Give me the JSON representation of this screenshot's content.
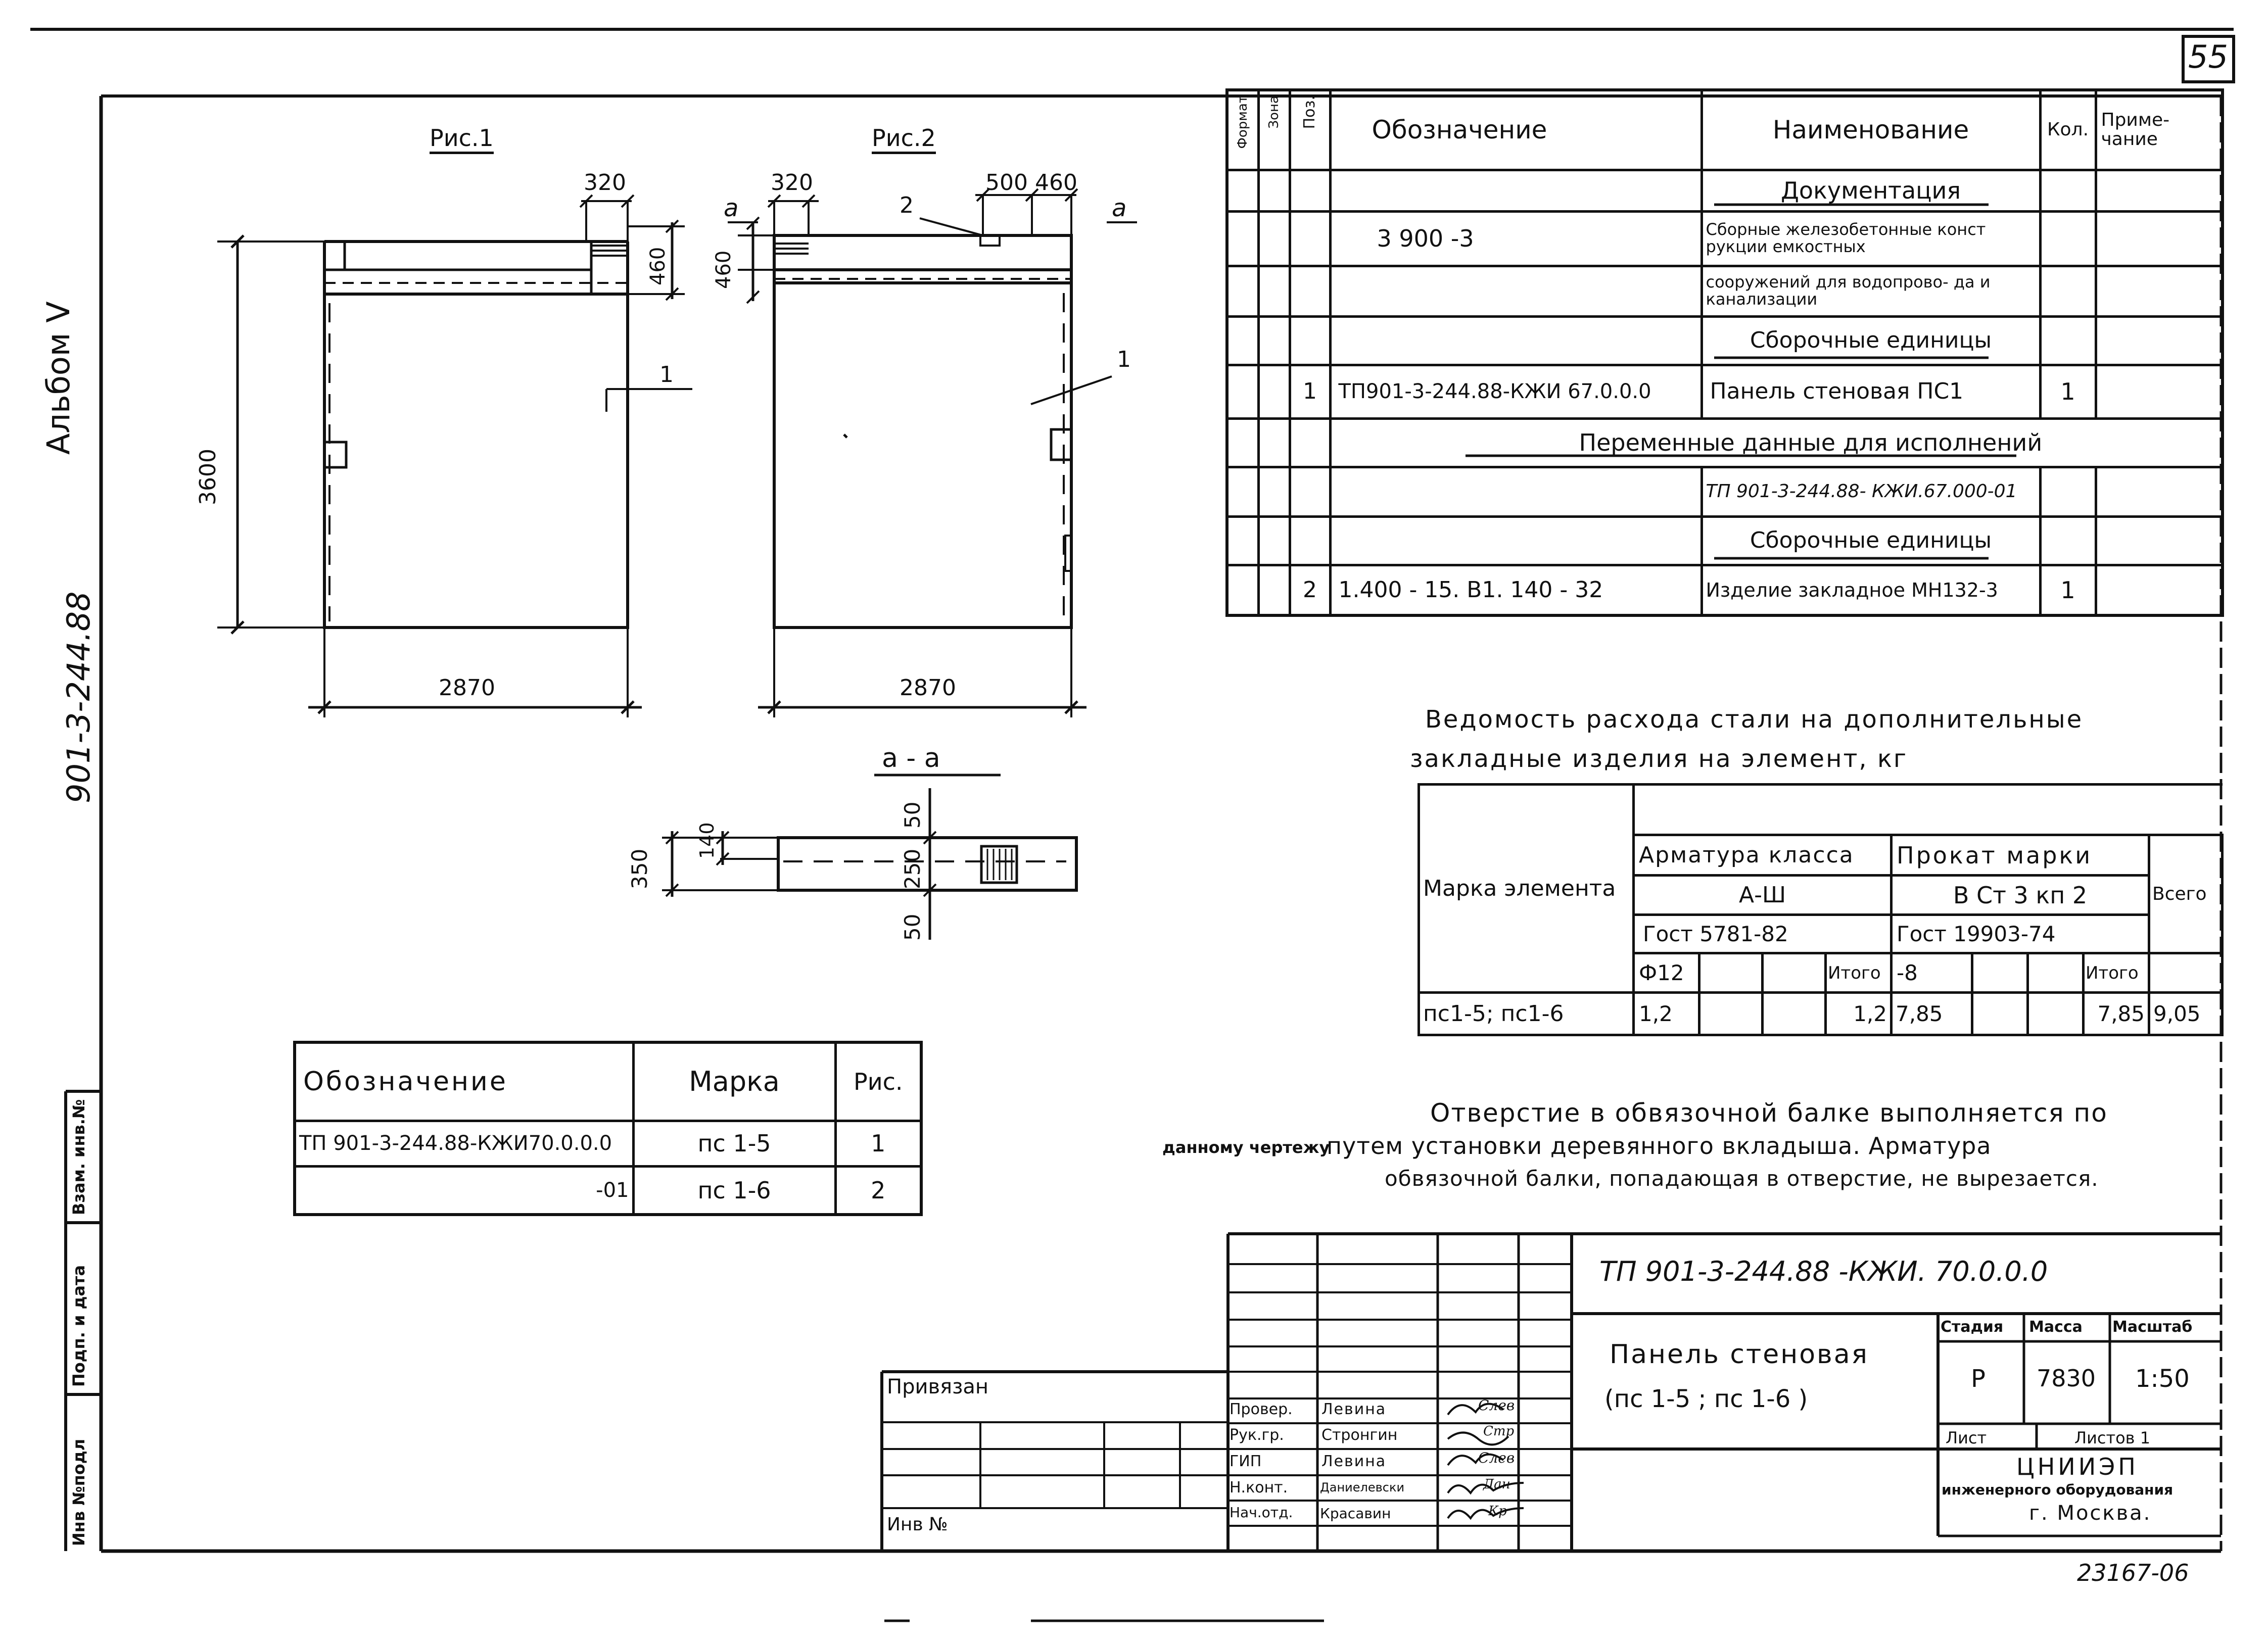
{
  "sheet_number": "55",
  "album_label": "Альбом V",
  "project_code_vertical": "901-3-244.88",
  "fig1_label": "Рис.1",
  "fig2_label": "Рис.2",
  "section_label": "а - а",
  "section_mark": "а",
  "dims": {
    "d320": "320",
    "d460": "460",
    "d500": "500",
    "d3600": "3600",
    "d2870": "2870",
    "d350": "350",
    "d140": "140",
    "d50": "50",
    "d250": "250"
  },
  "callouts": {
    "c1": "1",
    "c2": "2"
  },
  "spec": {
    "headers": {
      "format": "Формат",
      "zone": "Зона",
      "pos": "Поз.",
      "designation": "Обозначение",
      "name": "Наименование",
      "qty": "Кол.",
      "note": "Приме- чание"
    },
    "rows": [
      {
        "pos": "",
        "designation": "",
        "name": "Документация",
        "qty": ""
      },
      {
        "pos": "",
        "designation": "3 900 -3",
        "name": "Сборные железобетонные конст рукции емкостных",
        "qty": ""
      },
      {
        "pos": "",
        "designation": "",
        "name": "сооружений для водопрово- да и канализации",
        "qty": ""
      },
      {
        "pos": "",
        "designation": "",
        "name": "Сборочные единицы",
        "qty": ""
      },
      {
        "pos": "1",
        "designation": "ТП901-3-244.88-КЖИ 67.0.0.0",
        "name": "Панель стеновая ПС1",
        "qty": "1"
      },
      {
        "pos": "",
        "designation": "",
        "name": "Переменные данные для исполнений",
        "qty": ""
      },
      {
        "pos": "",
        "designation": "",
        "name": "ТП 901-3-244.88- КЖИ.67.000-01",
        "qty": ""
      },
      {
        "pos": "",
        "designation": "",
        "name": "Сборочные единицы",
        "qty": ""
      },
      {
        "pos": "2",
        "designation": "1.400 - 15. В1. 140 - 32",
        "name": "Изделие закладное МН132-3",
        "qty": "1"
      }
    ]
  },
  "steel": {
    "title_line1": "Ведомость расхода стали на дополнительные",
    "title_line2": "закладные изделия на элемент, кг",
    "mark_header": "Марка элемента",
    "arm_class": "Арматура класса",
    "arm_grade": "А-Ш",
    "arm_gost": "Гост 5781-82",
    "prokat": "Прокат марки",
    "prokat_grade": "В Ст 3 кп 2",
    "prokat_gost": "Гост 19903-74",
    "total_header": "Всего",
    "phi12": "Ф12",
    "itogo": "Итого",
    "minus8": "-8",
    "row": {
      "mark": "пс1-5; пс1-6",
      "phi12": "1,2",
      "itogo1": "1,2",
      "m8": "7,85",
      "itogo2": "7,85",
      "total": "9,05"
    }
  },
  "note": {
    "line1": "Отверстие в обвязочной балке выполняется по",
    "line2a": "данному чертежу",
    "line2b": "путем установки деревянного вкладыша. Арматура",
    "line3": "обвязочной балки, попадающая в отверстие, не вырезается."
  },
  "marks_table": {
    "headers": {
      "designation": "Обозначение",
      "mark": "Марка",
      "fig": "Рис."
    },
    "rows": [
      {
        "designation": "ТП 901-3-244.88-КЖИ70.0.0.0",
        "mark": "пс 1-5",
        "fig": "1"
      },
      {
        "designation": "-01",
        "mark": "пс 1-6",
        "fig": "2"
      }
    ]
  },
  "title_block": {
    "doc_code": "ТП 901-3-244.88 -КЖИ. 70.0.0.0",
    "name_line1": "Панель стеновая",
    "name_line2": "(пс 1-5 ; пс 1-6 )",
    "stage_h": "Стадия",
    "mass_h": "Масса",
    "scale_h": "Масштаб",
    "stage": "Р",
    "mass": "7830",
    "scale": "1:50",
    "sheet_h": "Лист",
    "sheets_h": "Листов 1",
    "org1": "ЦНИИЭП",
    "org2": "инженерного оборудования",
    "org3": "г. Москва.",
    "privyazan": "Привязан",
    "inv": "Инв №",
    "roles": [
      {
        "role": "Провер.",
        "name": "Левина",
        "sign": "Cлев"
      },
      {
        "role": "Рук.гр.",
        "name": "Стронгин",
        "sign": "Стр"
      },
      {
        "role": "ГИП",
        "name": "Левина",
        "sign": "Cлев"
      },
      {
        "role": "Н.конт.",
        "name": "Даниелевски",
        "sign": "Дан"
      },
      {
        "role": "Нач.отд.",
        "name": "Красавин",
        "sign": "Кр"
      }
    ]
  },
  "left_strip": {
    "vzam": "Взам. инв.№",
    "podp": "Подп. и дата",
    "inv": "Инв №подл"
  },
  "drawing_number": "23167-06"
}
